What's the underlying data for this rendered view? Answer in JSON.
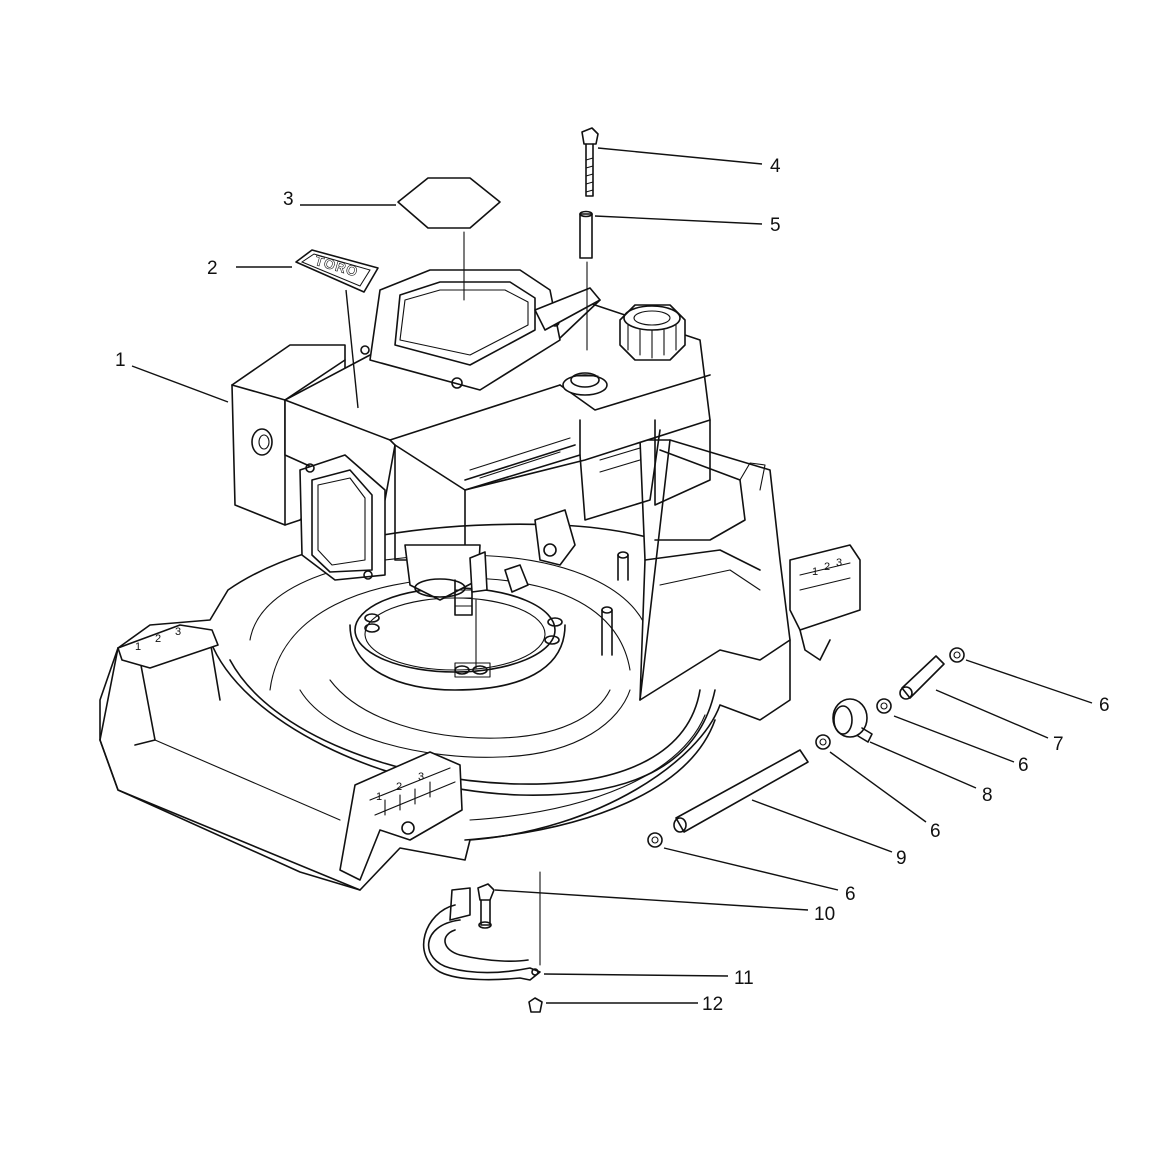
{
  "diagram": {
    "brand_badge_text": "TORO",
    "callouts": [
      {
        "id": "1",
        "label": "1"
      },
      {
        "id": "2",
        "label": "2"
      },
      {
        "id": "3",
        "label": "3"
      },
      {
        "id": "4",
        "label": "4"
      },
      {
        "id": "5",
        "label": "5"
      },
      {
        "id": "6a",
        "label": "6"
      },
      {
        "id": "6b",
        "label": "6"
      },
      {
        "id": "6c",
        "label": "6"
      },
      {
        "id": "6d",
        "label": "6"
      },
      {
        "id": "7",
        "label": "7"
      },
      {
        "id": "8",
        "label": "8"
      },
      {
        "id": "9",
        "label": "9"
      },
      {
        "id": "10",
        "label": "10"
      },
      {
        "id": "11",
        "label": "11"
      },
      {
        "id": "12",
        "label": "12"
      }
    ],
    "height_scale_marks": [
      "1",
      "2",
      "3"
    ]
  }
}
